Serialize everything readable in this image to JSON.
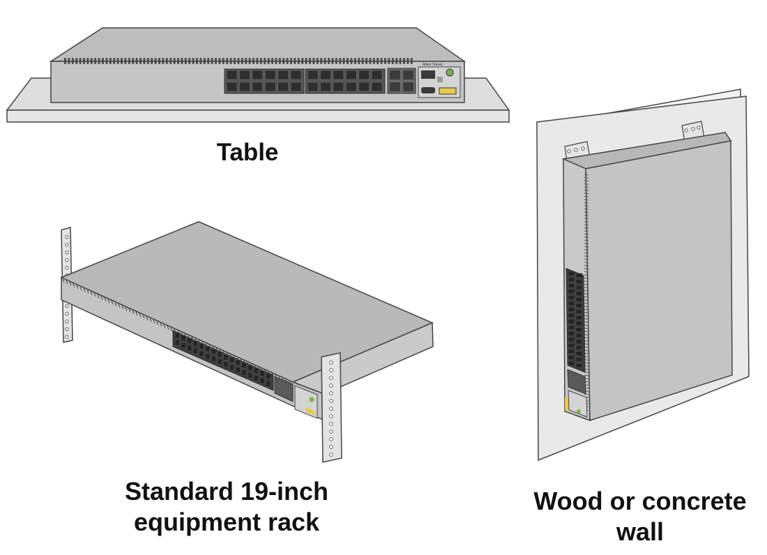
{
  "captions": {
    "table": "Table",
    "rack_line1": "Standard 19-inch",
    "rack_line2": "equipment rack",
    "wall_line1": "Wood or concrete",
    "wall_line2": "wall"
  },
  "device_brand": "Allied Telesis",
  "colors": {
    "device_body": "#c6c6c6",
    "device_top": "#b7b7b7",
    "device_outline": "#444444",
    "port": "#3b3b3b",
    "surface": "#dedede",
    "wall_panel": "#e9e9e9",
    "bracket": "#e4e4e4",
    "led_green": "#7fb34a",
    "label_yellow": "#e8c94a"
  }
}
